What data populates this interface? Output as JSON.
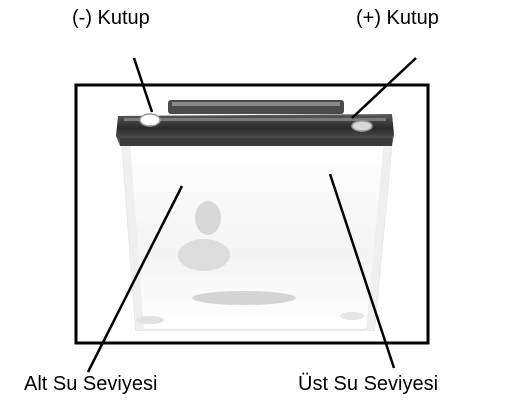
{
  "labels": {
    "negative_terminal": "(-) Kutup",
    "positive_terminal": "(+) Kutup",
    "lower_water_level": "Alt Su Seviyesi",
    "upper_water_level": "Üst Su Seviyesi"
  },
  "colors": {
    "outline": "#000000",
    "battery_top": "#3a3a3a",
    "battery_top_dark": "#1e1e1e",
    "casing_gray": "#e4e4e4",
    "shadow_gray": "#d2d2d2"
  }
}
